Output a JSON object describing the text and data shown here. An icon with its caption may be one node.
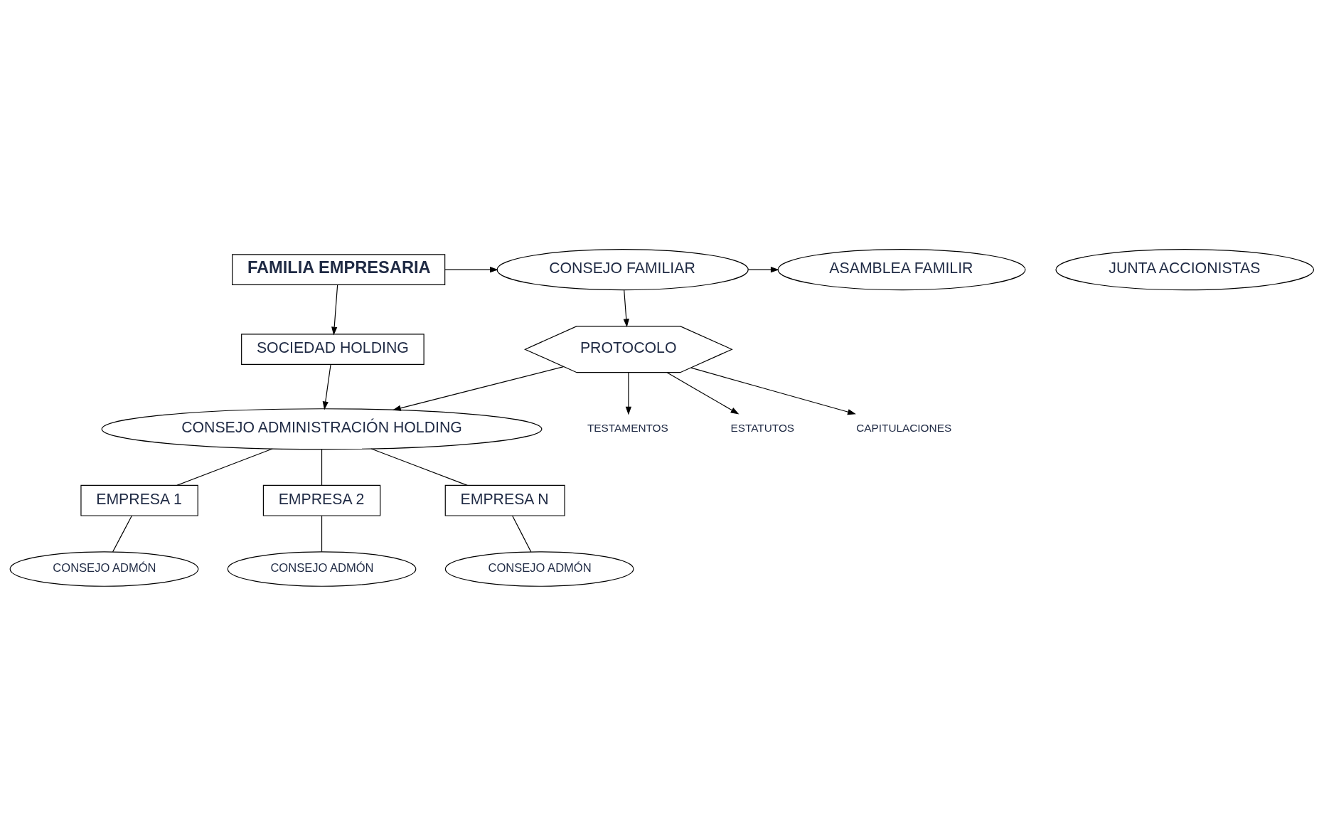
{
  "diagram": {
    "nodes": [
      {
        "text": [
          "ASAMBLEA FAMILIR"
        ]
      },
      {
        "text": [
          "CONSEJO FAMILIAR"
        ]
      },
      {
        "text": [
          "FAMILIA EMPRESARIA"
        ]
      },
      {
        "text": [
          "JUNTA ACCIONISTAS"
        ]
      },
      {
        "text": [
          "SOCIEDAD HOLDING"
        ]
      },
      {
        "text": [
          "CAPITULACIONES"
        ]
      },
      {
        "text": [
          "TESTAMENTOS"
        ]
      },
      {
        "text": [
          "ESTATUTOS"
        ]
      },
      {
        "text": [
          "PROTOCOLO"
        ]
      },
      {
        "text": [
          "CONSEJO ADMINISTRACIÓN HOLDING"
        ]
      },
      {
        "text": [
          "EMPRESA 1"
        ]
      },
      {
        "text": [
          "EMPRESA 2"
        ]
      },
      {
        "text": [
          "EMPRESA N"
        ]
      },
      {
        "text": [
          "CONSEJO ADMÓN"
        ]
      },
      {
        "text": [
          "CONSEJO ADMÓN"
        ]
      },
      {
        "text": [
          "CONSEJO ADMÓN"
        ]
      }
    ],
    "edges": [
      {
        "from": 2,
        "to": 1,
        "arrow": "to"
      },
      {
        "from": 1,
        "to": 0,
        "arrow": "to"
      },
      {
        "from": 2,
        "to": 4,
        "arrow": "to"
      },
      {
        "from": 1,
        "to": 8,
        "arrow": "to"
      },
      {
        "from": 4,
        "to": 9,
        "arrow": "to"
      },
      {
        "from": 8,
        "to": 5,
        "arrow": "to"
      },
      {
        "from": 8,
        "to": 6,
        "arrow": "to"
      },
      {
        "from": 8,
        "to": 7,
        "arrow": "to"
      },
      {
        "from": 8,
        "to": 9,
        "arrow": "to"
      },
      {
        "from": 9,
        "to": 10,
        "arrow": "none"
      },
      {
        "from": 9,
        "to": 11,
        "arrow": "none"
      },
      {
        "from": 9,
        "to": 12,
        "arrow": "none"
      },
      {
        "from": 10,
        "to": 13,
        "arrow": "none"
      },
      {
        "from": 11,
        "to": 14,
        "arrow": "none"
      },
      {
        "from": 12,
        "to": 15,
        "arrow": "none"
      }
    ]
  }
}
